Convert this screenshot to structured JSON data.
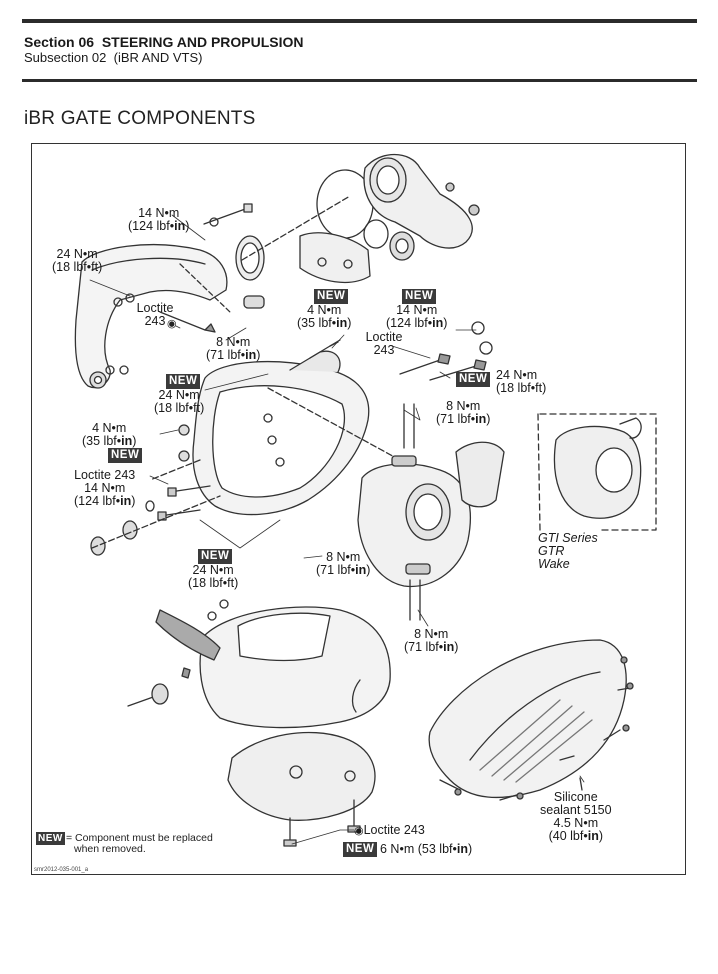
{
  "header": {
    "section_label": "Section 06",
    "section_title": "STEERING AND PROPULSION",
    "subsection_label": "Subsection 02",
    "subsection_title": "(iBR AND VTS)"
  },
  "page_title": "iBR GATE COMPONENTS",
  "badge_text": "NEW",
  "labels": {
    "torque_14_a": "14 N•m",
    "torque_14_a_imp": "124",
    "torque_24_a": "24 N•m",
    "torque_24_a_imp": "(18 lbf•ft)",
    "loctite_243_a": "Loctite 243",
    "torque_8_a": "8 N•m",
    "torque_8_a_imp": "71",
    "torque_4_b": "4 N•m",
    "torque_4_b_imp": "35",
    "torque_14_c": "14 N•m",
    "torque_14_c_imp": "124",
    "loctite_243_c": "Loctite 243",
    "torque_24_d": "24 N•m",
    "torque_24_d_imp": "(18 lbf•ft)",
    "torque_24_e": "24 N•m",
    "torque_24_e_imp": "(18 lbf•ft)",
    "torque_8_f": "8 N•m",
    "torque_8_f_imp": "71",
    "torque_4_g": "4 N•m",
    "torque_4_g_imp": "35",
    "loctite_243_h": "Loctite 243",
    "torque_14_h": "14 N•m",
    "torque_14_h_imp": "124",
    "torque_24_i": "24 N•m",
    "torque_24_i_imp": "(18 lbf•ft)",
    "torque_8_j": "8 N•m",
    "torque_8_j_imp": "71",
    "torque_8_k": "8 N•m",
    "torque_8_k_imp": "71",
    "models_1": "GTI Series",
    "models_2": "GTR",
    "models_3": "Wake",
    "silicone_1": "Silicone",
    "silicone_2": "sealant 5150",
    "silicone_3": "4.5 N•m",
    "silicone_4_imp": "40",
    "loctite_243_l": "Loctite 243",
    "torque_6_l": "6 N•m",
    "torque_6_l_imp": "53",
    "unit_in": "lbf•in",
    "unit_paren_open": "(",
    "unit_paren_close": ")"
  },
  "legend": {
    "badge": "NEW",
    "text_1": "= Component must be replaced",
    "text_2": "when removed."
  },
  "figure_code": "smr2012-035-001_a"
}
